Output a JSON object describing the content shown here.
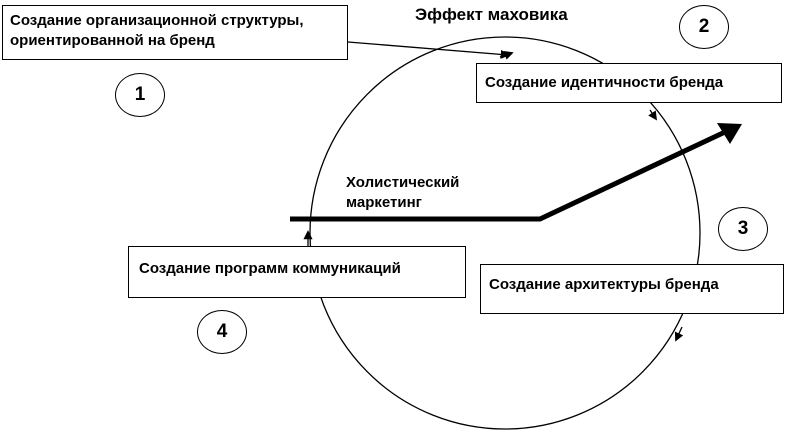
{
  "title": "Эффект маховика",
  "steps": [
    {
      "number": "1",
      "lines": [
        "Создание организационной структуры,",
        "ориентированной на бренд"
      ]
    },
    {
      "number": "2",
      "lines": [
        "Создание идентичности бренда"
      ]
    },
    {
      "number": "3",
      "lines": [
        "Создание архитектуры бренда"
      ]
    },
    {
      "number": "4",
      "lines": [
        "Создание программ коммуникаций"
      ]
    }
  ],
  "holistic_label": [
    "Холистический",
    "маркетинг"
  ],
  "colors": {
    "stroke": "#000000",
    "background": "#ffffff"
  }
}
